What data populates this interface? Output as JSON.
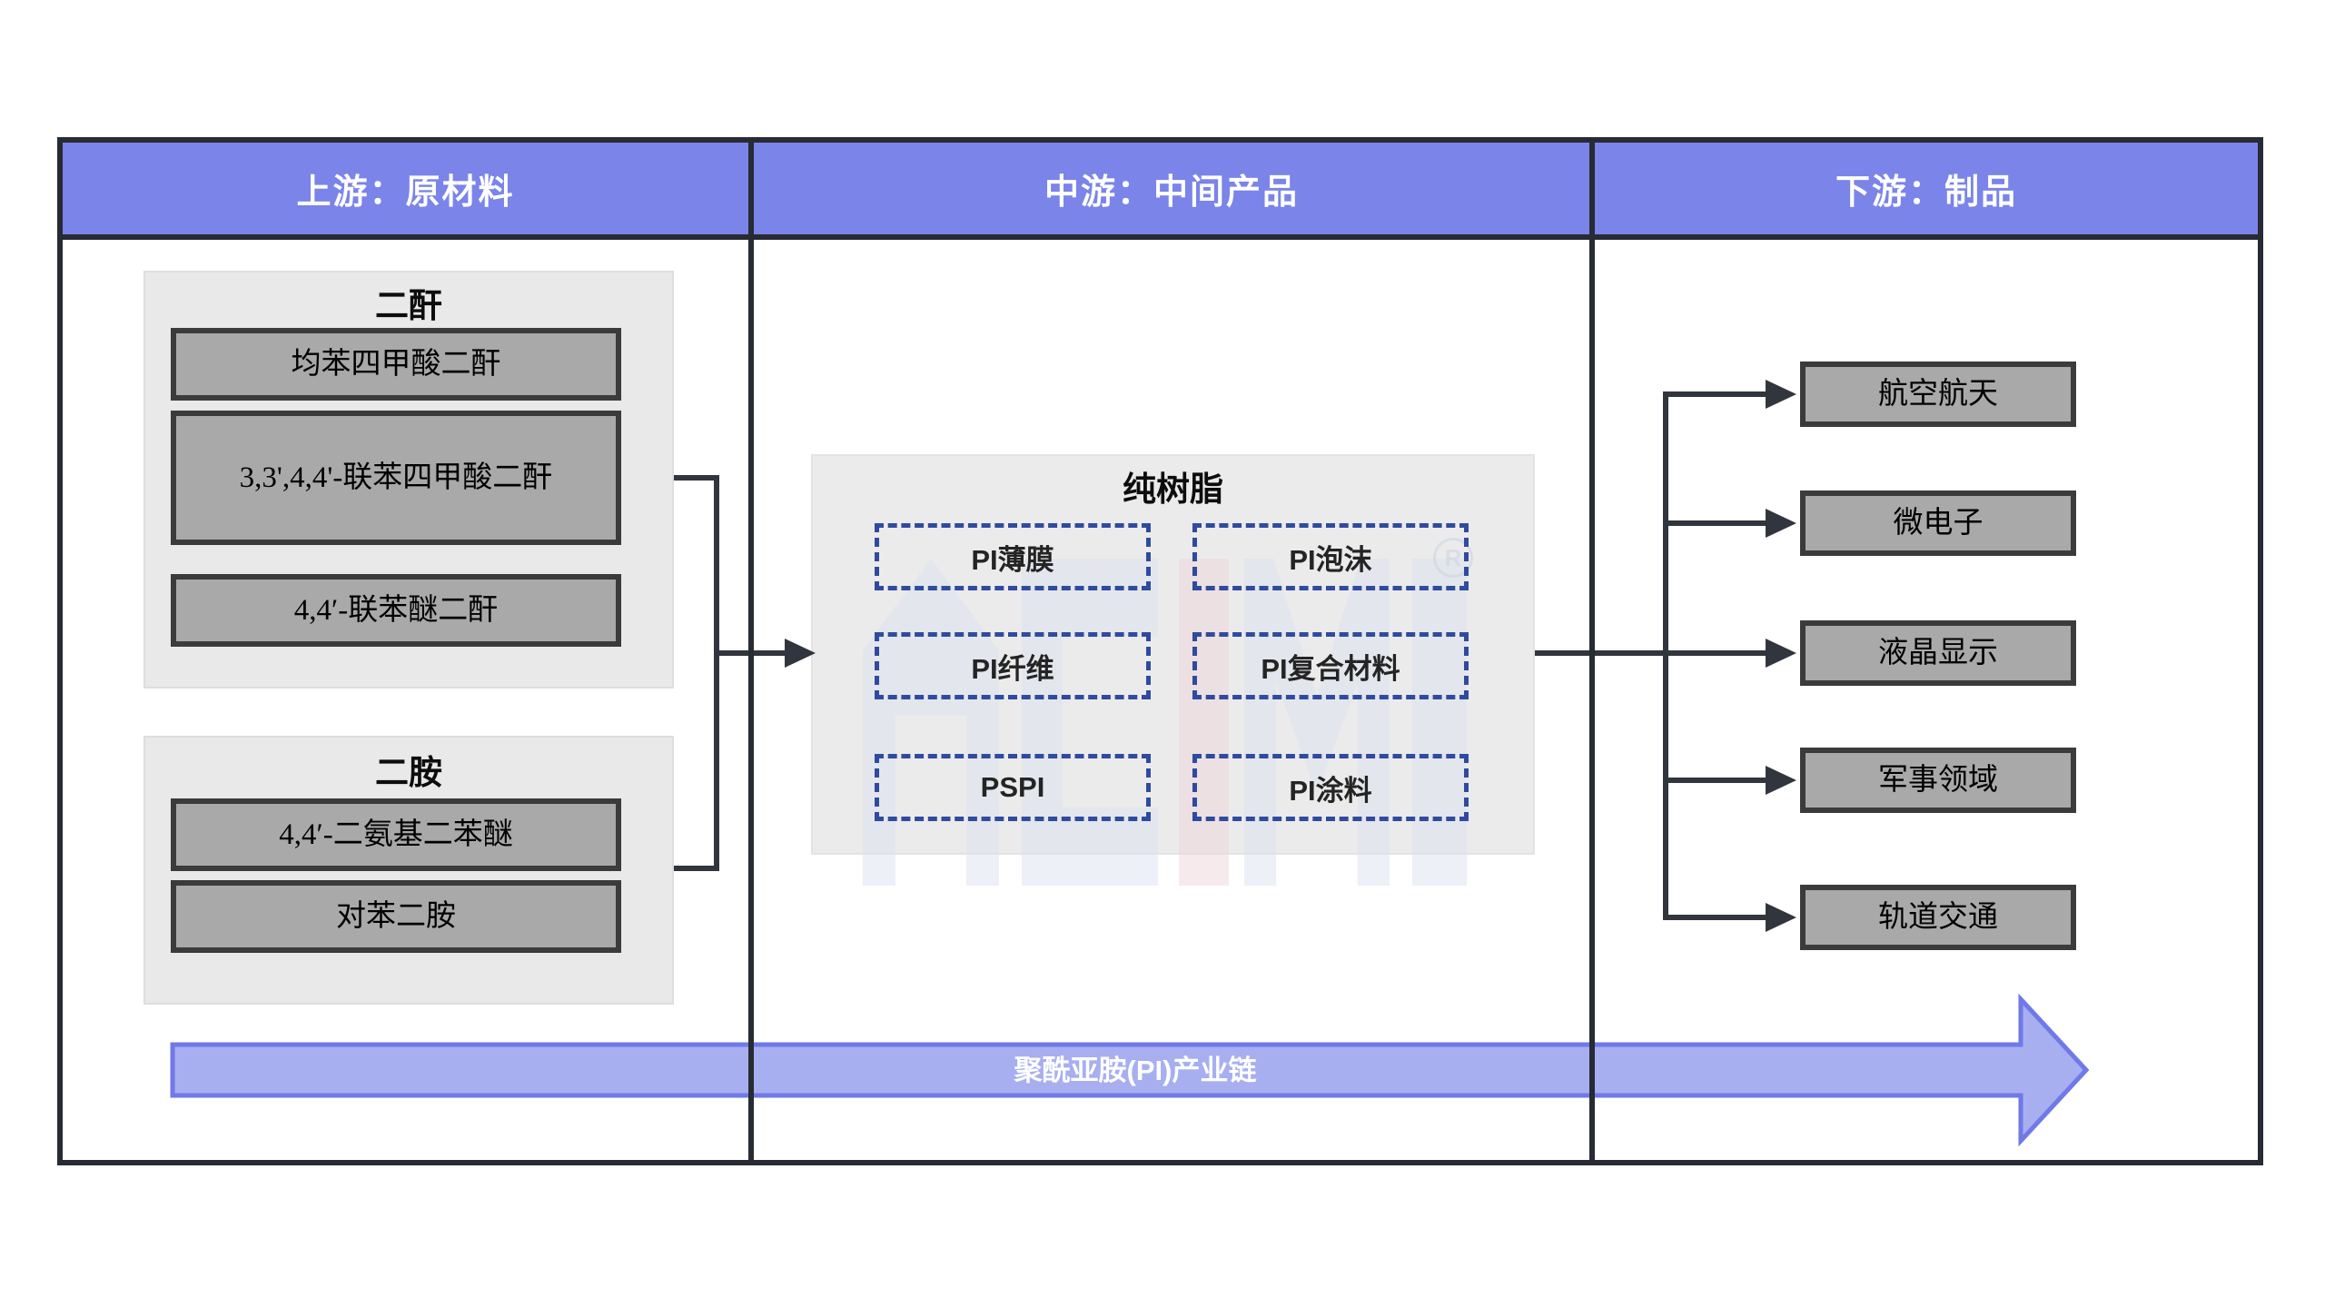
{
  "columns": {
    "upstream": {
      "header": "上游：原材料"
    },
    "midstream": {
      "header": "中游：中间产品"
    },
    "downstream": {
      "header": "下游：制品"
    }
  },
  "upstream": {
    "groups": [
      {
        "title": "二酐",
        "items": [
          "均苯四甲酸二酐",
          "3,3',4,4'-联苯四甲酸二酐",
          "4,4′-联苯醚二酐"
        ]
      },
      {
        "title": "二胺",
        "items": [
          "4,4′-二氨基二苯醚",
          "对苯二胺"
        ]
      }
    ]
  },
  "midstream": {
    "panel_title": "纯树脂",
    "products": [
      "PI薄膜",
      "PI泡沫",
      "PI纤维",
      "PI复合材料",
      "PSPI",
      "PI涂料"
    ]
  },
  "downstream": {
    "applications": [
      "航空航天",
      "微电子",
      "液晶显示",
      "军事领域",
      "轨道交通"
    ]
  },
  "bottom_arrow": {
    "label": "聚酰亚胺(PI)产业链"
  },
  "watermark": {
    "mark": "R"
  },
  "colors": {
    "header_fill": "#7b84e8",
    "frame": "#262b34",
    "node_fill": "#a9a9a9",
    "node_border": "#3b3b3b",
    "dotted_border": "#2f4ba0",
    "arrow_fill": "#a7aff0",
    "arrow_border": "#6f79e8",
    "panel_fill": "#e9e9e9",
    "watermark_gray": "#dde2ee",
    "watermark_pink": "#f0d6dd"
  }
}
